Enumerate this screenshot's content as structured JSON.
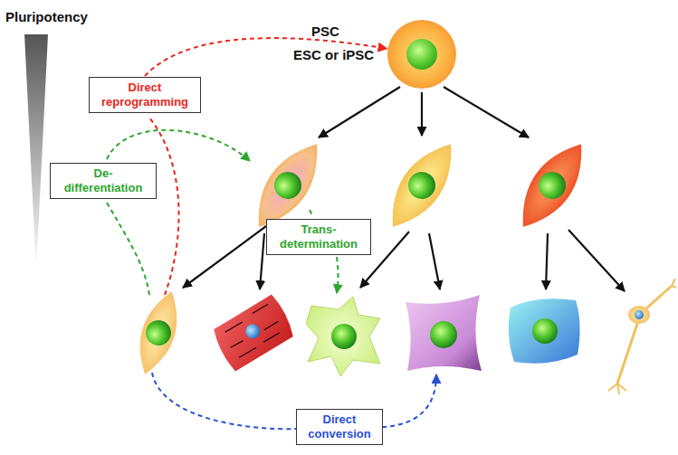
{
  "diagram": {
    "nodes": [
      {
        "text": [
          "PSC",
          "ESC or iPSC"
        ]
      },
      {
        "text": [
          "Direct reprogramming"
        ]
      },
      {
        "text": [
          "De-differentiation"
        ]
      },
      {
        "text": [
          "Trans-determination"
        ]
      },
      {
        "text": [
          "Direct conversion"
        ]
      }
    ],
    "edges": [
      {
        "from": 1,
        "to": 0,
        "arrow": "to"
      }
    ],
    "labels": [
      "Pluripotency"
    ]
  }
}
